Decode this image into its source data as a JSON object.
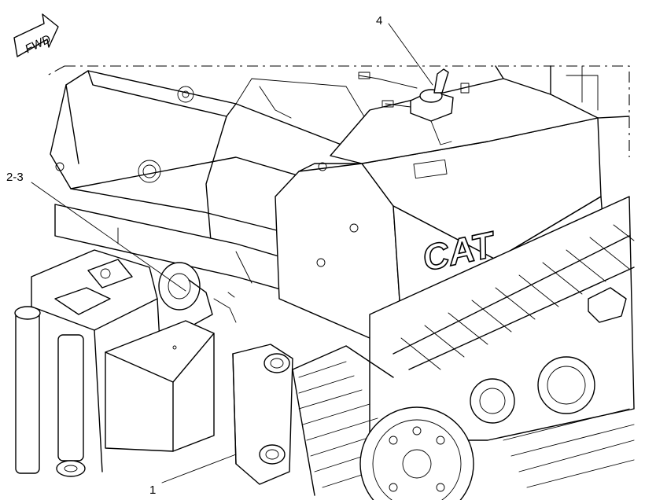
{
  "direction_arrow": {
    "label": "FWD"
  },
  "brand_mark": "CAT",
  "callouts": [
    {
      "id": "callout-1",
      "label": "1"
    },
    {
      "id": "callout-2-3",
      "label": "2-3"
    },
    {
      "id": "callout-4",
      "label": "4"
    }
  ],
  "colors": {
    "line": "#000000",
    "background": "#ffffff"
  }
}
